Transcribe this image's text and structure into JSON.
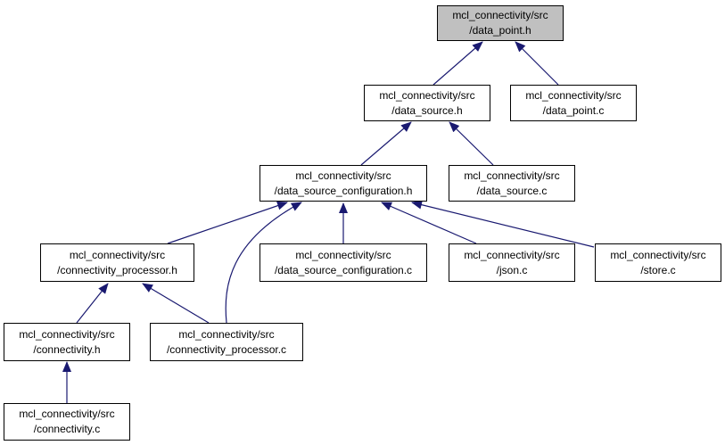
{
  "colors": {
    "edge": "#191970",
    "root_fill": "#c0c0c0",
    "node_fill": "#ffffff",
    "border": "#000000"
  },
  "nodes": {
    "data_point_h": {
      "line1": "mcl_connectivity/src",
      "line2": "/data_point.h"
    },
    "data_source_h": {
      "line1": "mcl_connectivity/src",
      "line2": "/data_source.h"
    },
    "data_point_c": {
      "line1": "mcl_connectivity/src",
      "line2": "/data_point.c"
    },
    "data_source_configuration_h": {
      "line1": "mcl_connectivity/src",
      "line2": "/data_source_configuration.h"
    },
    "data_source_c": {
      "line1": "mcl_connectivity/src",
      "line2": "/data_source.c"
    },
    "connectivity_processor_h": {
      "line1": "mcl_connectivity/src",
      "line2": "/connectivity_processor.h"
    },
    "data_source_configuration_c": {
      "line1": "mcl_connectivity/src",
      "line2": "/data_source_configuration.c"
    },
    "json_c": {
      "line1": "mcl_connectivity/src",
      "line2": "/json.c"
    },
    "store_c": {
      "line1": "mcl_connectivity/src",
      "line2": "/store.c"
    },
    "connectivity_h": {
      "line1": "mcl_connectivity/src",
      "line2": "/connectivity.h"
    },
    "connectivity_processor_c": {
      "line1": "mcl_connectivity/src",
      "line2": "/connectivity_processor.c"
    },
    "connectivity_c": {
      "line1": "mcl_connectivity/src",
      "line2": "/connectivity.c"
    }
  }
}
